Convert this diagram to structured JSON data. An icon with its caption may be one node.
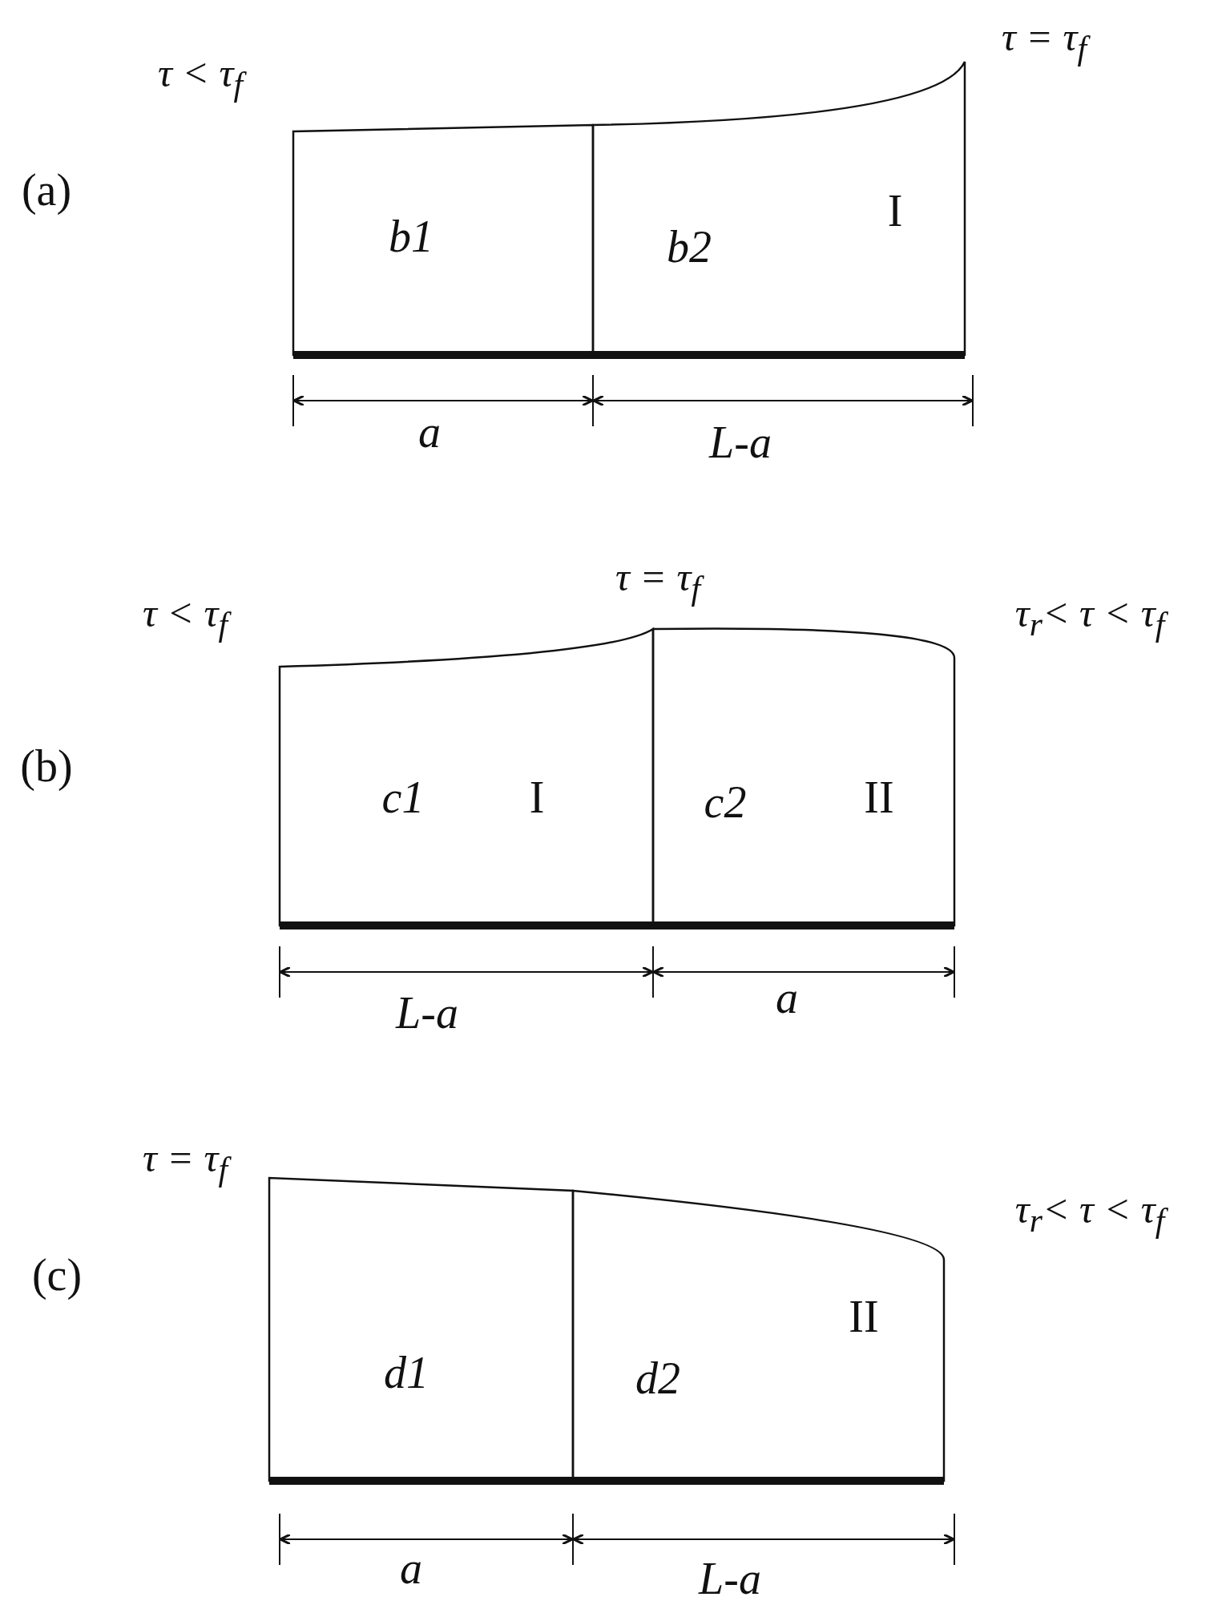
{
  "diagram": {
    "nodes": [
      {
        "text": [
          "b1"
        ]
      },
      {
        "text": [
          "b2",
          "I"
        ]
      },
      {
        "text": [
          "c1",
          "I"
        ]
      },
      {
        "text": [
          "c2",
          "II"
        ]
      },
      {
        "text": [
          "d1"
        ]
      },
      {
        "text": [
          "d2",
          "II"
        ]
      }
    ],
    "edges": [],
    "labels": [
      "τ < τ$_{f}$",
      "τ = τ$_{f}$",
      "(a)",
      "a",
      "L-a",
      "τ = τ$_{f}$",
      "τ < τ$_{f}$",
      "τ$_{r}$< τ < τ$_{f}$",
      "(b)",
      "L-a",
      "a",
      "τ = τ$_{f}$",
      "τ$_{r}$< τ < τ$_{f}$",
      "(c)",
      "a",
      "L-a"
    ]
  }
}
